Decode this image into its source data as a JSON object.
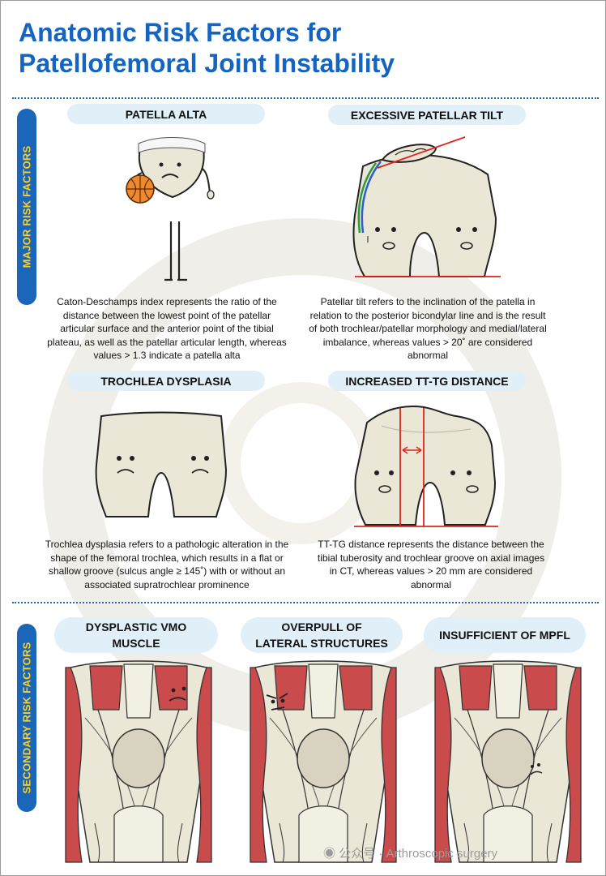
{
  "title_line1": "Anatomic Risk Factors for",
  "title_line2": "Patellofemoral Joint Instability",
  "sections": {
    "major": "MAJOR RISK FACTORS",
    "secondary": "SECONDARY RISK FACTORS"
  },
  "major_factors": [
    {
      "title": "PATELLA ALTA",
      "description": "Caton-Deschamps index represents the ratio of the distance between the lowest point of the patellar articular surface and the anterior point of the tibial plateau, as well as the patellar articular length, whereas values > 1.3 indicate a patella alta"
    },
    {
      "title": "EXCESSIVE PATELLAR TILT",
      "description": "Patellar tilt refers to the inclination of the patella in relation to the posterior bicondylar line and is the result of both trochlear/patellar morphology and medial/lateral imbalance, whereas values > 20˚ are considered abnormal"
    },
    {
      "title": "TROCHLEA DYSPLASIA",
      "description": "Trochlea dysplasia refers  to a pathologic alteration in the shape of the femoral trochlea, which results in a flat or shallow groove (sulcus angle ≥ 145˚) with or without an associated supratrochlear prominence"
    },
    {
      "title": "INCREASED TT-TG DISTANCE",
      "description": "TT-TG distance represents the distance between the tibial tuberosity and trochlear groove on axial images in CT, whereas values > 20 mm are considered abnormal"
    }
  ],
  "secondary_factors": [
    {
      "title_line1": "DYSPLASTIC VMO",
      "title_line2": "MUSCLE"
    },
    {
      "title_line1": "OVERPULL OF",
      "title_line2": "LATERAL STRUCTURES"
    },
    {
      "title_line1": "INSUFFICIENT OF MPFL",
      "title_line2": ""
    }
  ],
  "footer": "公众号 · Arthroscopic surgery",
  "colors": {
    "title": "#1565c0",
    "sidebar": "#1b66b8",
    "sidebar_text": "#ffd21f",
    "pill": "#e1eff8",
    "bone": "#ebe7d6",
    "muscle": "#c94b4b",
    "line": "#e0231f"
  },
  "icons": [
    "basketball-icon",
    "femur-condyle-icon",
    "patella-icon",
    "knee-muscle-icon",
    "wechat-icon"
  ]
}
